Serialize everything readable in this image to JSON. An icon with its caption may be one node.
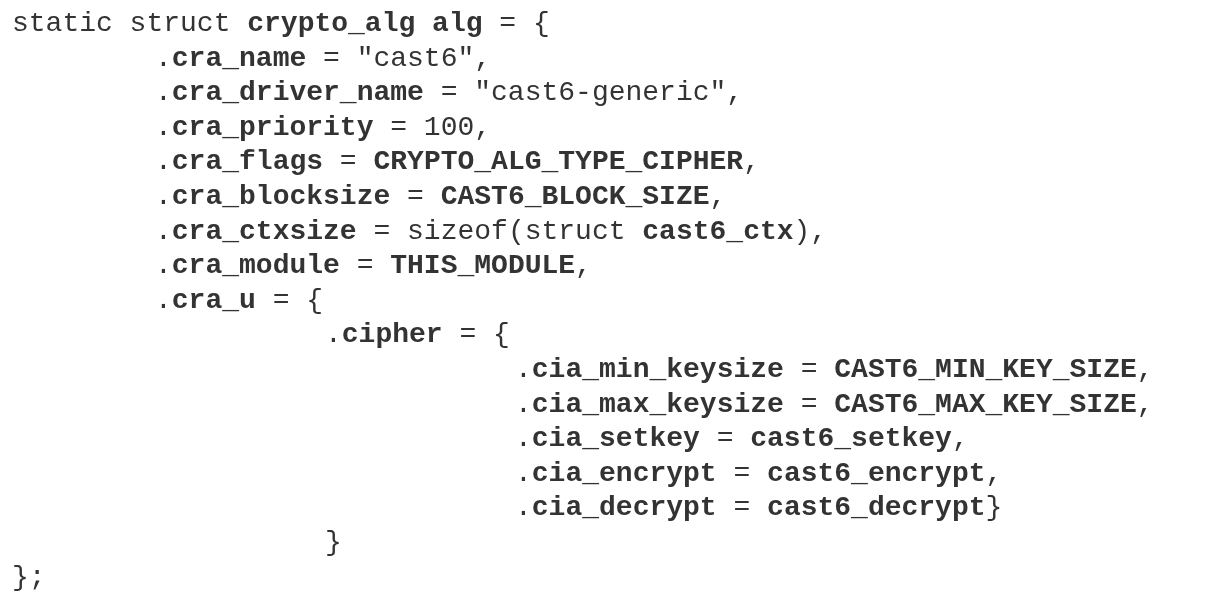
{
  "diagram": {
    "labels": [
      "static struct **crypto_alg** **alg** = {",
      ".**cra_name** = \"cast6\",",
      ".**cra_driver_name** = \"cast6-generic\",",
      ".**cra_priority** = 100,",
      ".**cra_flags** = **CRYPTO_ALG_TYPE_CIPHER**,",
      ".**cra_blocksize** = **CAST6_BLOCK_SIZE**,",
      ".**cra_ctxsize** = sizeof(struct **cast6_ctx**),",
      ".**cra_module** = **THIS_MODULE**,",
      ".**cra_u** = {",
      ".**cipher** = {",
      ".**cia_min_keysize** = **CAST6_MIN_KEY_SIZE**,",
      ".**cia_max_keysize** = **CAST6_MAX_KEY_SIZE**,",
      ".**cia_setkey** = **cast6_setkey**,",
      ".**cia_encrypt** = **cast6_encrypt**,",
      ".**cia_decrypt** = **cast6_decrypt**}",
      "}",
      "};"
    ]
  }
}
